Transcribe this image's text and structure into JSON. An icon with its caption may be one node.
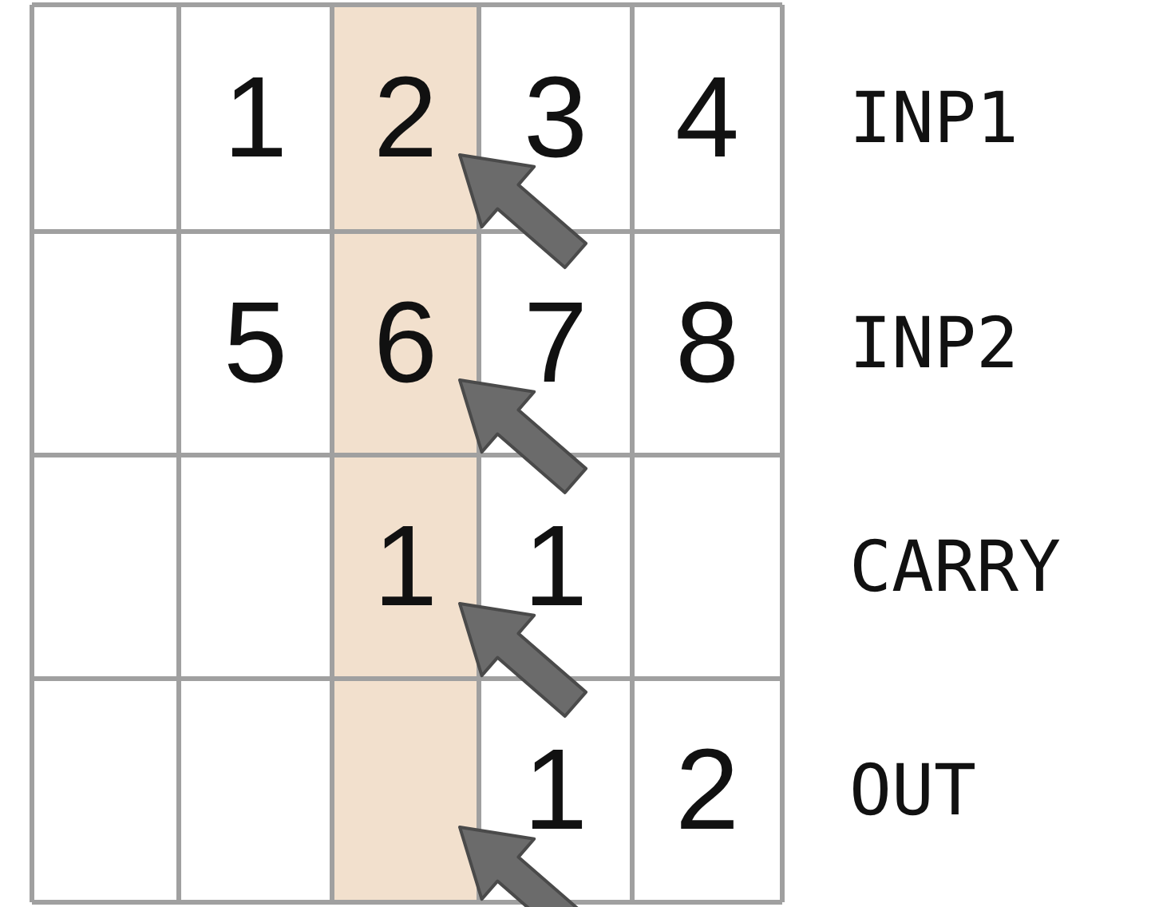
{
  "diagram": {
    "labels": [
      "1",
      "2",
      "3",
      "4",
      "INP1",
      "5",
      "6",
      "7",
      "8",
      "INP2",
      "1",
      "1",
      "CARRY",
      "1",
      "2",
      "OUT"
    ]
  }
}
